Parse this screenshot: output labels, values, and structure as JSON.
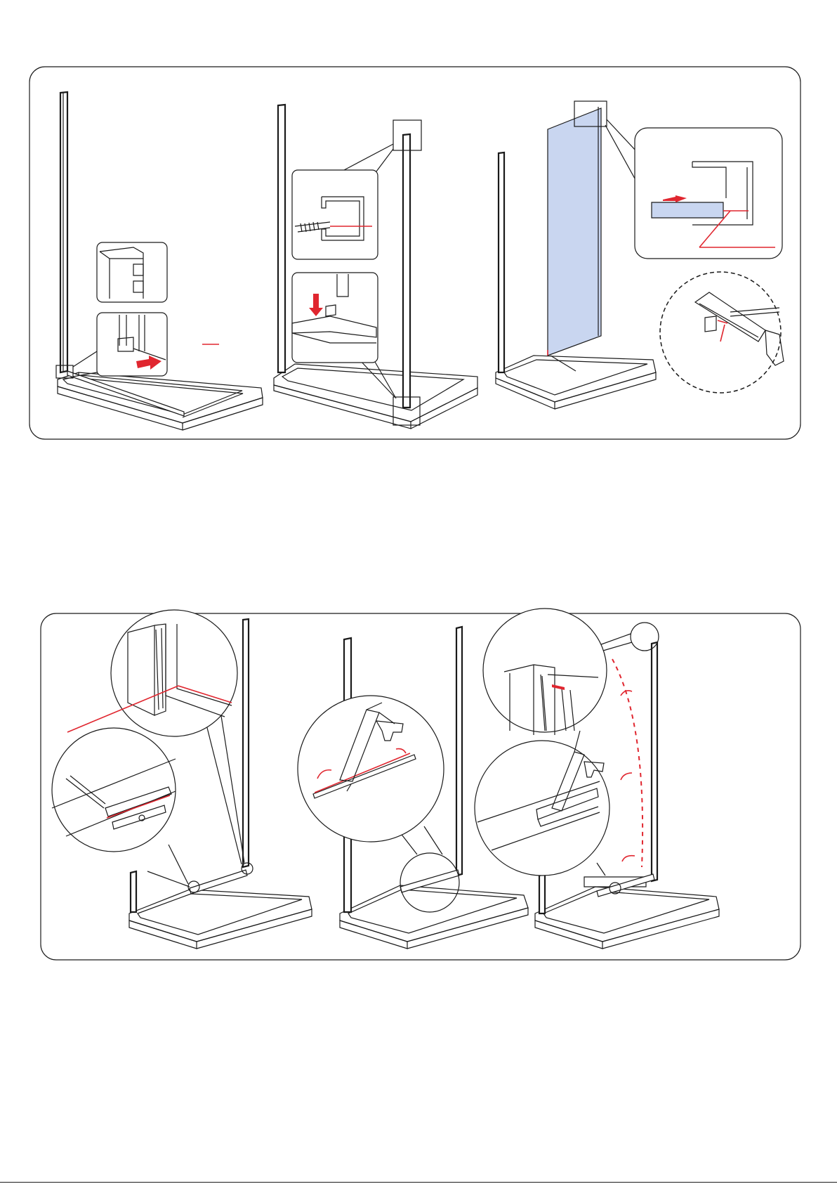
{
  "page": {
    "footer_text": ""
  },
  "colors": {
    "accent_red": "#e0262f",
    "glass_blue": "#c9d6f0",
    "line": "#1a1a1a"
  },
  "panels": [
    {
      "name": "top-assembly-panel",
      "steps": 3
    },
    {
      "name": "bottom-sealing-panel",
      "steps": 3
    }
  ]
}
